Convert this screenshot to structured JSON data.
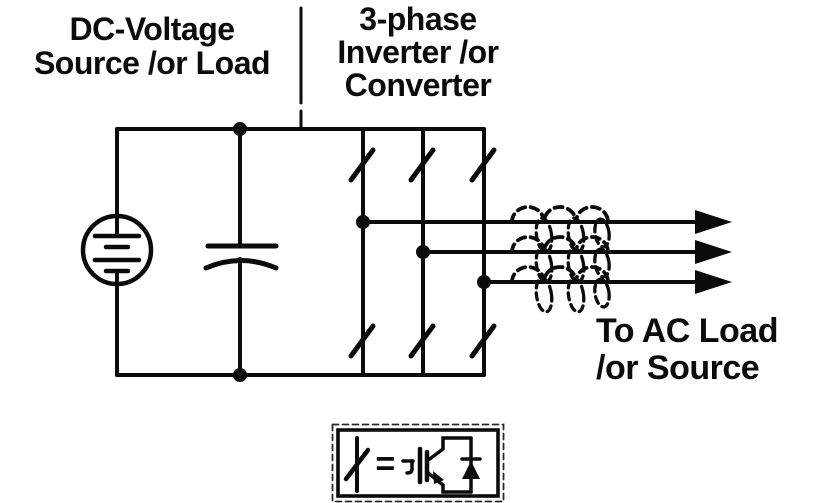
{
  "diagram": {
    "background": "#ffffff",
    "ink": "#0b0b0b",
    "labels": {
      "dc_line1": "DC-Voltage",
      "dc_line2": "Source /or Load",
      "inverter_line1": "3-phase",
      "inverter_line2": "Inverter /or",
      "inverter_line3": "Converter",
      "ac_line1": "To AC Load",
      "ac_line2": "/or Source",
      "legend_equals": "="
    },
    "symbols": {
      "dc_source": "battery-in-circle-icon",
      "dc_link_capacitor": "polarized-capacitor-icon",
      "switch": "slash-switch-icon",
      "output_inductor": "dashed-coil-icon",
      "output_arrow": "right-arrowhead-icon",
      "legend_device": "igbt-with-antiparallel-diode-icon"
    },
    "structure": {
      "inverter_legs": 3,
      "output_phases": 3,
      "switches_per_leg": 2
    }
  }
}
